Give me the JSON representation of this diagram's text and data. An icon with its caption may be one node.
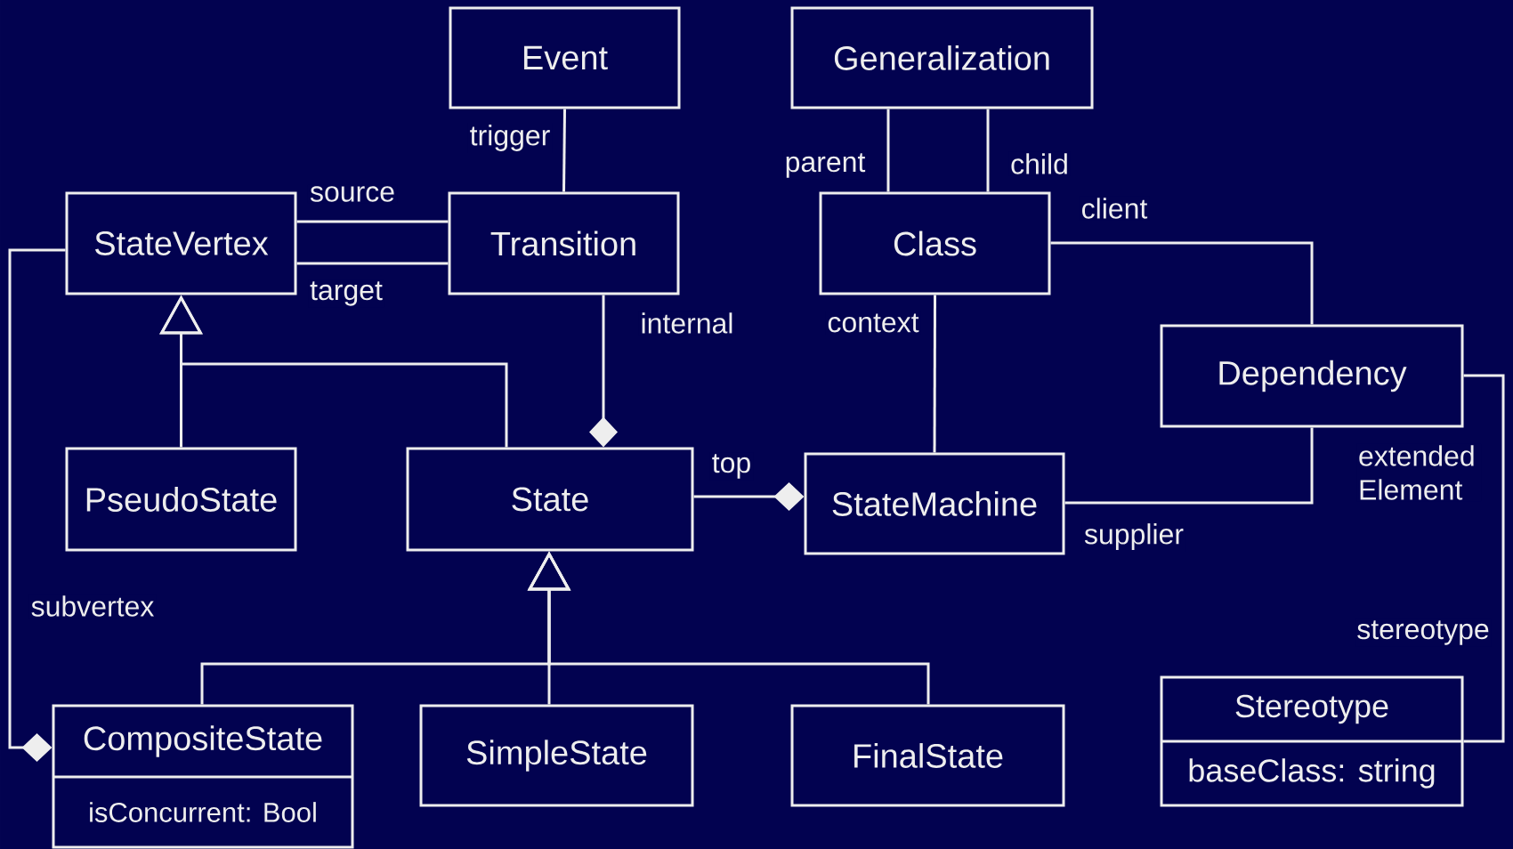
{
  "diagram": {
    "nodes": [
      {
        "text": [
          "Event"
        ]
      },
      {
        "text": [
          "Generalization"
        ]
      },
      {
        "text": [
          "StateVertex"
        ]
      },
      {
        "text": [
          "Transition"
        ]
      },
      {
        "text": [
          "Class"
        ]
      },
      {
        "text": [
          "Dependency"
        ]
      },
      {
        "text": [
          "PseudoState"
        ]
      },
      {
        "text": [
          "State"
        ]
      },
      {
        "text": [
          "StateMachine"
        ]
      },
      {
        "text": [
          "CompositeState",
          "isConcurrent: Bool"
        ]
      },
      {
        "text": [
          "SimpleState"
        ]
      },
      {
        "text": [
          "FinalState"
        ]
      },
      {
        "text": [
          "Stereotype",
          "baseClass: string"
        ]
      }
    ],
    "edges": [
      {
        "from": 0,
        "to": 3,
        "arrow": "none",
        "label": "trigger"
      },
      {
        "from": 2,
        "to": 3,
        "arrow": "none",
        "label": "source"
      },
      {
        "from": 2,
        "to": 3,
        "arrow": "none",
        "label": "target"
      },
      {
        "from": 1,
        "to": 4,
        "arrow": "none",
        "label": "parent"
      },
      {
        "from": 1,
        "to": 4,
        "arrow": "none",
        "label": "child"
      },
      {
        "from": 6,
        "to": 2,
        "arrow": "to"
      },
      {
        "from": 7,
        "to": 2,
        "arrow": "to"
      },
      {
        "from": 3,
        "to": 7,
        "arrow": "other",
        "label": "internal"
      },
      {
        "from": 7,
        "to": 8,
        "arrow": "other",
        "label": "top"
      },
      {
        "from": 4,
        "to": 8,
        "arrow": "none",
        "label": "context"
      },
      {
        "from": 4,
        "to": 5,
        "arrow": "none",
        "label": "client"
      },
      {
        "from": 5,
        "to": 8,
        "arrow": "none",
        "label": "supplier"
      },
      {
        "from": 5,
        "to": 12,
        "arrow": "none",
        "label": "extended Element"
      },
      {
        "from": 2,
        "to": 9,
        "arrow": "other",
        "label": "subvertex"
      },
      {
        "from": 9,
        "to": 7,
        "arrow": "to"
      },
      {
        "from": 10,
        "to": 7,
        "arrow": "to"
      },
      {
        "from": 11,
        "to": 7,
        "arrow": "to"
      }
    ],
    "labels": [
      "stereotype"
    ]
  }
}
